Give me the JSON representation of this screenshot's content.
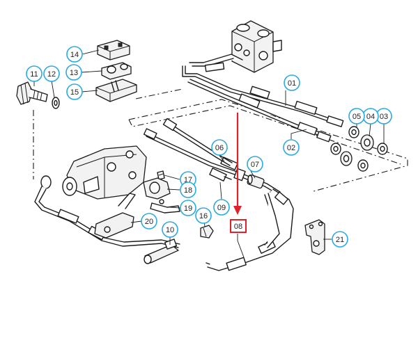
{
  "callouts": [
    {
      "id": "01",
      "label": "01"
    },
    {
      "id": "02",
      "label": "02"
    },
    {
      "id": "03",
      "label": "03"
    },
    {
      "id": "04",
      "label": "04"
    },
    {
      "id": "05",
      "label": "05"
    },
    {
      "id": "06",
      "label": "06"
    },
    {
      "id": "07",
      "label": "07"
    },
    {
      "id": "08",
      "label": "08"
    },
    {
      "id": "09",
      "label": "09"
    },
    {
      "id": "10",
      "label": "10"
    },
    {
      "id": "11",
      "label": "11"
    },
    {
      "id": "12",
      "label": "12"
    },
    {
      "id": "13",
      "label": "13"
    },
    {
      "id": "14",
      "label": "14"
    },
    {
      "id": "15",
      "label": "15"
    },
    {
      "id": "16",
      "label": "16"
    },
    {
      "id": "17",
      "label": "17"
    },
    {
      "id": "18",
      "label": "18"
    },
    {
      "id": "19",
      "label": "19"
    },
    {
      "id": "20",
      "label": "20"
    },
    {
      "id": "21",
      "label": "21"
    }
  ],
  "highlight": {
    "part": "08",
    "color": "#e0202a"
  },
  "colors": {
    "callout_ring": "#29a9e0",
    "line": "#1a1a1a"
  }
}
